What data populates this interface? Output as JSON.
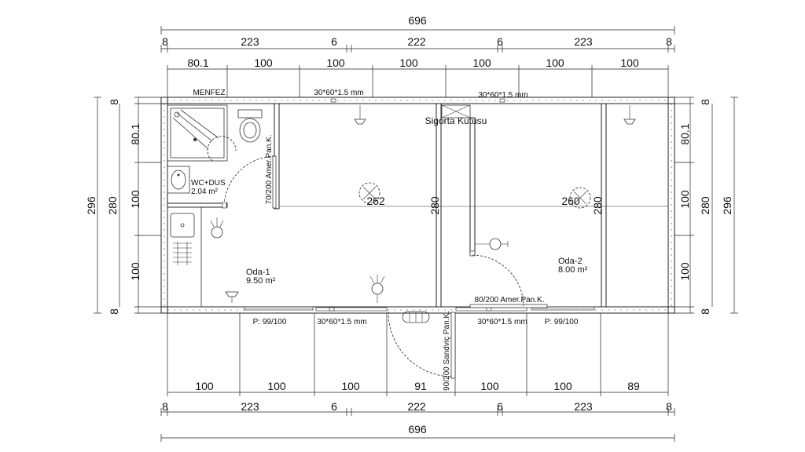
{
  "dimensions": {
    "overall_width": "696",
    "overall_height": "296",
    "top_row": [
      "8",
      "223",
      "6",
      "222",
      "6",
      "223",
      "8"
    ],
    "top_modules": [
      "80.1",
      "100",
      "100",
      "100",
      "100",
      "100",
      "100"
    ],
    "bottom_modules": [
      "100",
      "100",
      "100",
      "91",
      "100",
      "100",
      "89"
    ],
    "bottom_row": [
      "8",
      "223",
      "6",
      "222",
      "6",
      "223",
      "8"
    ],
    "left_inner": [
      "8",
      "80.1",
      "100",
      "100",
      "8"
    ],
    "left_inner_height": "280",
    "right_inner": [
      "8",
      "80.1",
      "100",
      "100",
      "8"
    ],
    "right_inner_height": "280"
  },
  "labels": {
    "vent": "MENFEZ",
    "window_top_left": "30*60*1.5 mm",
    "window_top_right": "30*60*1.5 mm",
    "window_bottom_left": "30*60*1.5 mm",
    "window_bottom_right": "30*60*1.5 mm",
    "fuse_box": "Sigorta Kutusu",
    "bathroom_name": "WC+DUS",
    "bathroom_area": "2.04 m²",
    "bath_door": "70/200 Amer.Pan.K.",
    "room1_name": "Oda-1",
    "room1_area": "9.50 m²",
    "room2_name": "Oda-2",
    "room2_area": "8.00 m²",
    "room2_door": "80/200 Amer.Pan.K.",
    "entrance_door": "90/200 Sandviç Pan.K.",
    "panel_left": "P: 99/100",
    "panel_right": "P: 99/100",
    "room1_width": "262",
    "room2_width": "260",
    "inner_height_a": "280",
    "inner_height_b": "280"
  }
}
